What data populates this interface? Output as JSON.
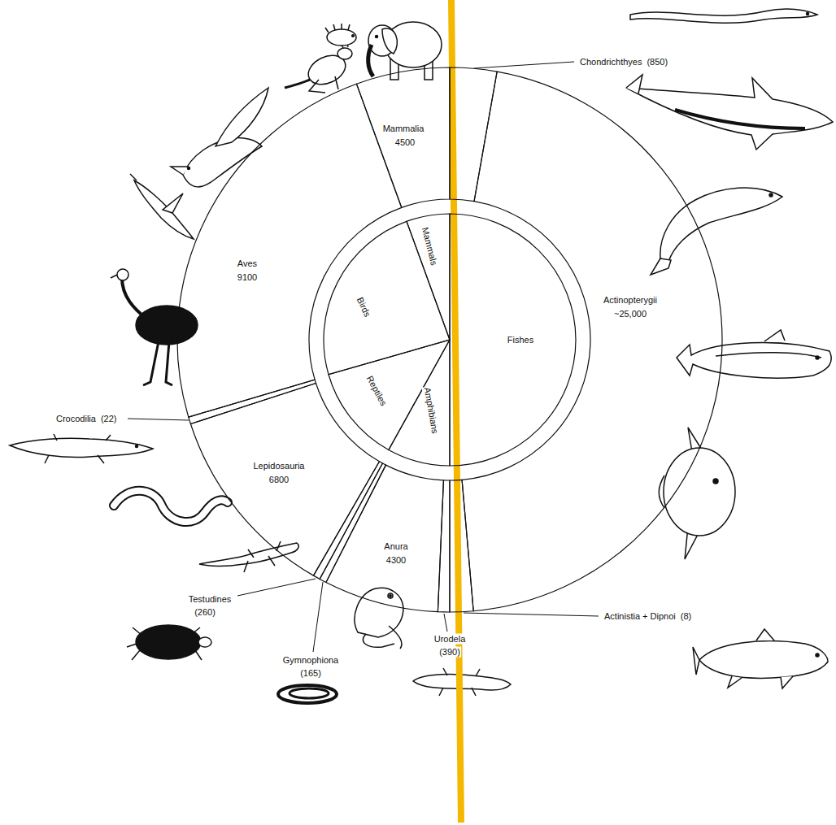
{
  "diagram": {
    "nodes": [
      {
        "text": [
          "Mammals"
        ]
      },
      {
        "text": [
          "Birds"
        ]
      },
      {
        "text": [
          "Reptiles"
        ]
      },
      {
        "text": [
          "Amphibians"
        ]
      },
      {
        "text": [
          "Fishes"
        ]
      },
      {
        "text": [
          "Chondrichthyes",
          "(850)"
        ]
      },
      {
        "text": [
          "Actinopterygii",
          "~25,000"
        ]
      },
      {
        "text": [
          "Actinistia + Dipnoi",
          "(8)"
        ]
      },
      {
        "text": [
          "Urodela",
          "(390)"
        ]
      },
      {
        "text": [
          "Anura",
          "4300"
        ]
      },
      {
        "text": [
          "Gymnophiona",
          "(165)"
        ]
      },
      {
        "text": [
          "Testudines",
          "(260)"
        ]
      },
      {
        "text": [
          "Lepidosauria",
          "6800"
        ]
      },
      {
        "text": [
          "Crocodilia",
          "(22)"
        ]
      },
      {
        "text": [
          "Aves",
          "9100"
        ]
      },
      {
        "text": [
          "Mammalia",
          "4500"
        ]
      }
    ]
  }
}
